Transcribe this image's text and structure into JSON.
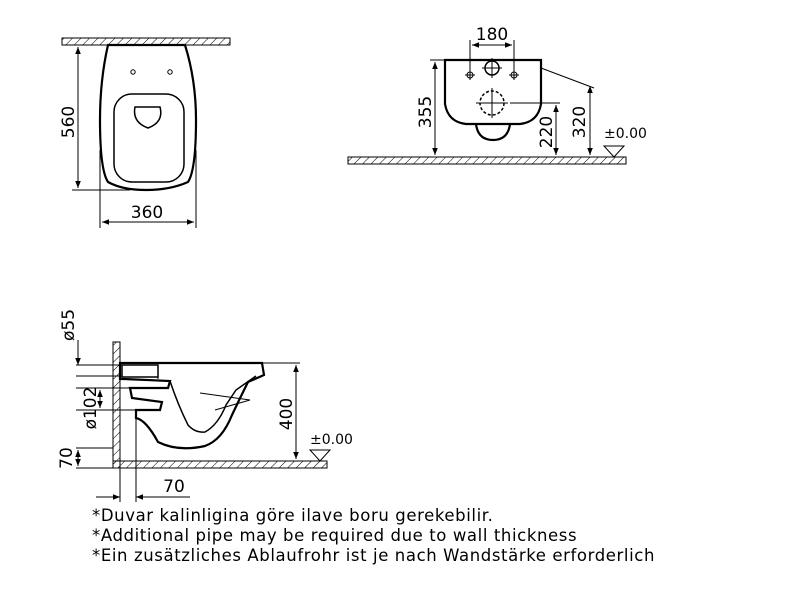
{
  "top_view": {
    "height_dim": "560",
    "width_dim": "360"
  },
  "front_view": {
    "top_dim": "180",
    "height_355": "355",
    "height_220": "220",
    "height_320": "320",
    "level": "±0.00"
  },
  "side_view": {
    "pipe_dia_55": "ø55",
    "pipe_dia_102": "ø102",
    "height_400": "400",
    "left_70": "70",
    "bottom_70": "70",
    "level": "±0.00"
  },
  "notes": [
    "*Duvar kalinligina göre ilave boru gerekebilir.",
    "*Additional pipe may be required due to wall thickness",
    "*Ein zusätzliches Ablaufrohr ist je nach Wandstärke erforderlich"
  ]
}
